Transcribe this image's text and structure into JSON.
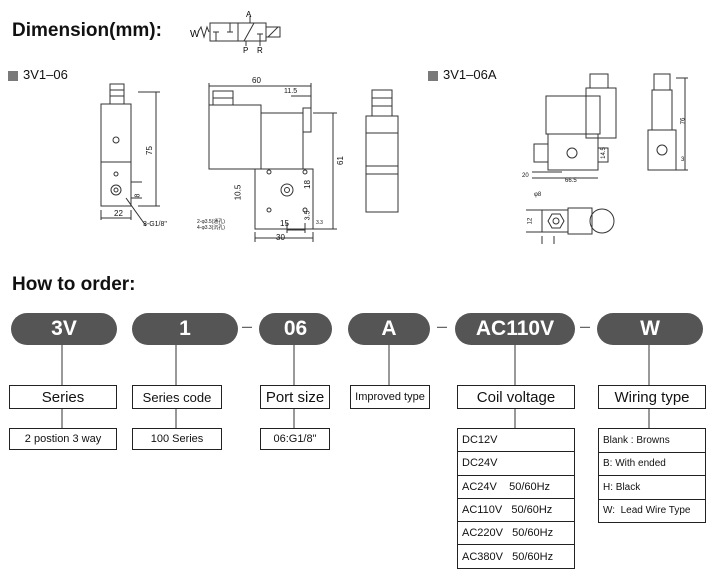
{
  "dimension_title": "Dimension(mm):",
  "symbol": {
    "w": "W",
    "a": "A",
    "p": "P",
    "r": "R"
  },
  "models": {
    "left": "3V1–06",
    "right": "3V1–06A"
  },
  "dims": {
    "d75": "75",
    "d60": "60",
    "d11_5": "11.5",
    "d61": "61",
    "d18": "18",
    "d10_5": "10.5",
    "d3_5": "3.5",
    "d15": "15",
    "d30": "30",
    "d22": "22",
    "d8": "8",
    "port": "3-G1/8\"",
    "holes1": "2-φ3.5(通孔)",
    "holes2": "4-φ3.3(沉孔)",
    "d3": "3.3",
    "r76": "76",
    "r20": "20",
    "r66_5": "66.5",
    "r14_5": "14.5",
    "r3": "3",
    "r12": "12",
    "r8": "φ8"
  },
  "order_title": "How to order:",
  "code": {
    "series": "3V",
    "series_code": "1",
    "port": "06",
    "improved": "A",
    "voltage": "AC110V",
    "wiring": "W",
    "separator": "–"
  },
  "labels": {
    "series": "Series",
    "series_code": "Series code",
    "port": "Port size",
    "improved": "Improved type",
    "voltage": "Coil voltage",
    "wiring": "Wiring type"
  },
  "values": {
    "series": "2 postion 3 way",
    "series_code": "100 Series",
    "port": "06:G1/8\""
  },
  "voltage_options": [
    "DC12V",
    "DC24V",
    "AC24V    50/60Hz",
    "AC110V   50/60Hz",
    "AC220V   50/60Hz",
    "AC380V   50/60Hz"
  ],
  "wiring_options": [
    "Blank : Browns",
    "B: With ended",
    "H: Black",
    "W:  Lead Wire Type"
  ],
  "colors": {
    "pill": "#555555",
    "square": "#7a7a7a"
  }
}
